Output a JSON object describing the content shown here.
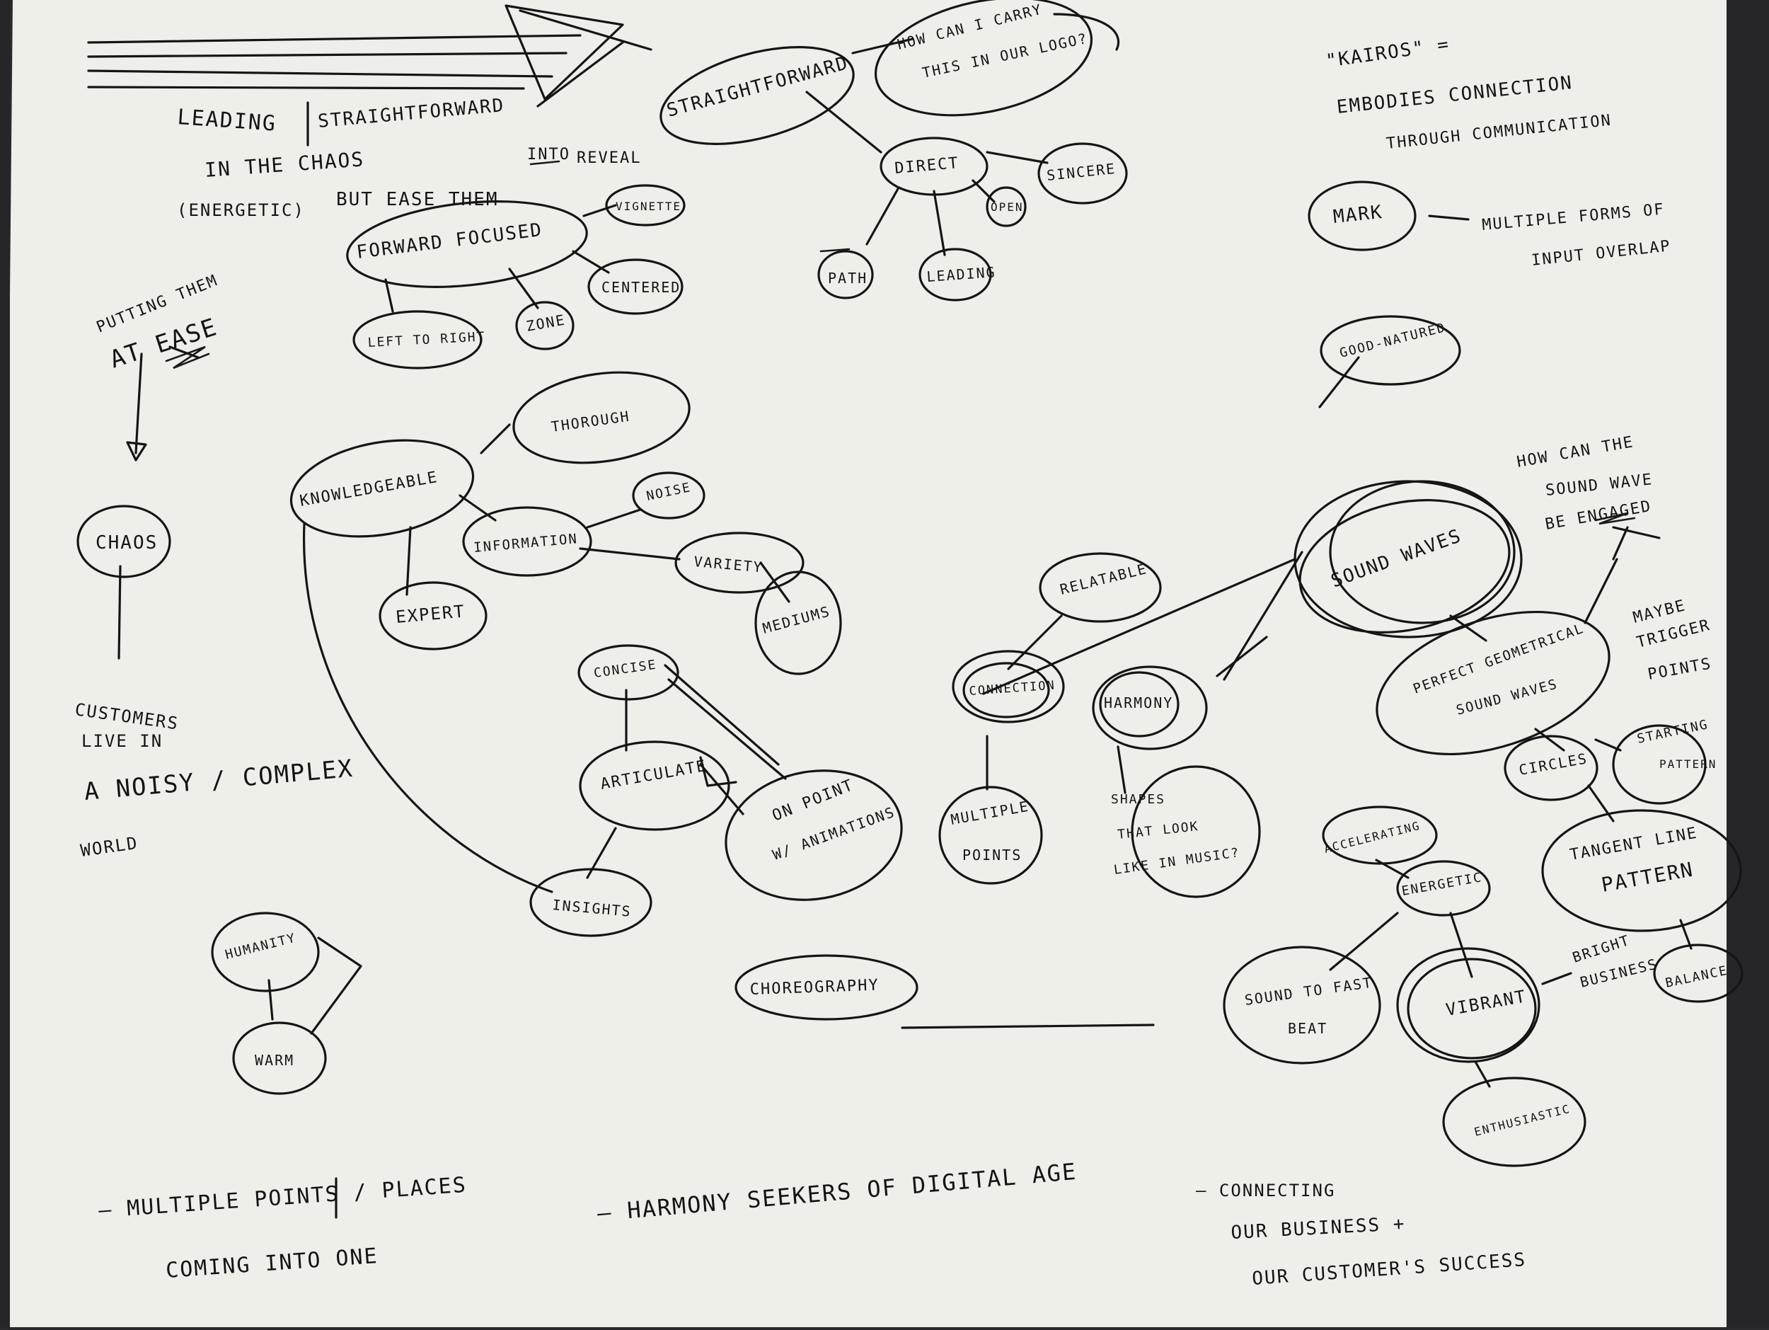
{
  "colors": {
    "paper": "#efefea",
    "background": "#2a2a2c",
    "ink": "#151515"
  },
  "page": {
    "leading": "LEADING",
    "straightforward_side": "STRAIGHTFORWARD",
    "in_the_chaos": "IN THE CHAOS",
    "energetic_paren": "(ENERGETIC)",
    "but_ease": "BUT EASE THEM",
    "into": "INTO",
    "reveal": "REVEAL",
    "putting_them": "PUTTING THEM",
    "at_ease": "AT EASE",
    "customers_1": "CUSTOMERS",
    "customers_2": "LIVE IN",
    "customers_3": "A NOISY / COMPLEX",
    "customers_4": "WORLD",
    "bottom_1a": "– MULTIPLE POINTS / PLACES",
    "bottom_1b": "COMING INTO ONE",
    "bottom_2": "– HARMONY SEEKERS OF DIGITAL AGE",
    "bottom_3a": "– CONNECTING",
    "bottom_3b": "OUR BUSINESS +",
    "bottom_3c": "OUR CUSTOMER'S SUCCESS",
    "kairos_1": "\"KAIROS\" =",
    "kairos_2": "EMBODIES CONNECTION",
    "kairos_3": "THROUGH COMMUNICATION",
    "multiple_forms_1": "MULTIPLE FORMS OF",
    "multiple_forms_2": "INPUT OVERLAP",
    "how_sound_1": "HOW CAN THE",
    "how_sound_2": "SOUND WAVE",
    "how_sound_3": "BE ENGAGED",
    "maybe_1": "MAYBE",
    "maybe_2": "TRIGGER",
    "maybe_3": "POINTS",
    "bright_1": "BRIGHT",
    "bright_2": "BUSINESS"
  },
  "nodes": {
    "straightforward": "STRAIGHTFORWARD",
    "how_carry_1": "HOW CAN I CARRY",
    "how_carry_2": "THIS IN OUR LOGO?",
    "direct": "DIRECT",
    "sincere": "SINCERE",
    "open": "OPEN",
    "path": "PATH",
    "leading_node": "LEADING",
    "forward_focused": "FORWARD FOCUSED",
    "vignette": "VIGNETTE",
    "centered": "CENTERED",
    "left_to_right": "LEFT TO RIGHT",
    "zone": "ZONE",
    "chaos": "CHAOS",
    "knowledgeable": "KNOWLEDGEABLE",
    "thorough": "THOROUGH",
    "information": "INFORMATION",
    "noise": "NOISE",
    "variety": "VARIETY",
    "mediums": "MEDIUMS",
    "expert": "EXPERT",
    "concise": "CONCISE",
    "articulate": "ARTICULATE",
    "on_point_1": "ON POINT",
    "on_point_2": "W/ ANIMATIONS",
    "insights": "INSIGHTS",
    "choreography": "CHOREOGRAPHY",
    "humanity": "HUMANITY",
    "warm": "WARM",
    "mark": "MARK",
    "good_natured": "GOOD-NATURED",
    "sound_waves": "SOUND WAVES",
    "relatable": "RELATABLE",
    "connection": "CONNECTION",
    "harmony": "HARMONY",
    "multiple_points_1": "MULTIPLE",
    "multiple_points_2": "POINTS",
    "shapes_1": "SHAPES",
    "shapes_2": "THAT LOOK",
    "shapes_3": "LIKE IN MUSIC?",
    "perfect_1": "PERFECT GEOMETRICAL",
    "perfect_2": "SOUND WAVES",
    "circles": "CIRCLES",
    "starting_1": "STARTING",
    "starting_2": "PATTERN",
    "tangent_1": "TANGENT LINE",
    "tangent_2": "PATTERN",
    "balance": "BALANCE",
    "accelerating": "ACCELERATING",
    "energetic": "ENERGETIC",
    "sound_fast_1": "SOUND TO FAST",
    "sound_fast_2": "BEAT",
    "vibrant": "VIBRANT",
    "enthusiastic": "ENTHUSIASTIC"
  }
}
